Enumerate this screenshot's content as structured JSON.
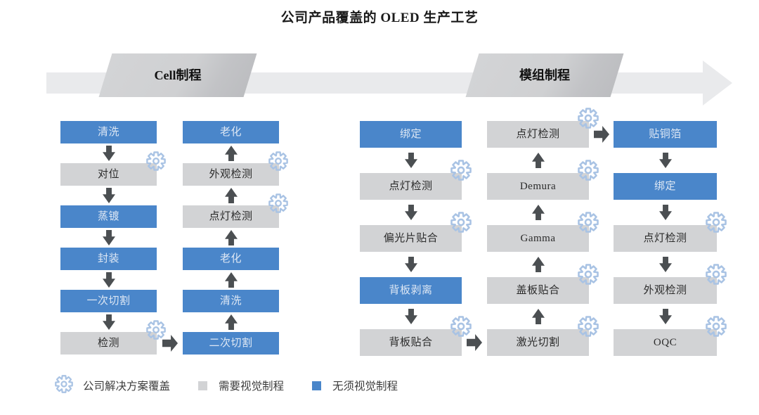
{
  "title": "公司产品覆盖的 OLED 生产工艺",
  "colors": {
    "blue": "#4a86ca",
    "gray": "#d2d3d5",
    "gear": "#a9c3e4",
    "arrow": "#4b4f52",
    "band": "#e9eaec",
    "tab": "#cfd0d2"
  },
  "banners": [
    {
      "label": "Cell制程"
    },
    {
      "label": "模组制程"
    }
  ],
  "legend": {
    "gear_label": "公司解决方案覆盖",
    "gray_label": "需要视觉制程",
    "blue_label": "无须视觉制程"
  },
  "columns": [
    {
      "id": "col-1",
      "direction": "down",
      "steps": [
        {
          "label": "清洗",
          "type": "blue",
          "gear": false
        },
        {
          "label": "对位",
          "type": "gray",
          "gear": true
        },
        {
          "label": "蒸镀",
          "type": "blue",
          "gear": false
        },
        {
          "label": "封装",
          "type": "blue",
          "gear": false
        },
        {
          "label": "一次切割",
          "type": "blue",
          "gear": false
        },
        {
          "label": "检测",
          "type": "gray",
          "gear": true
        }
      ]
    },
    {
      "id": "col-2",
      "direction": "up",
      "steps": [
        {
          "label": "老化",
          "type": "blue",
          "gear": false
        },
        {
          "label": "外观检测",
          "type": "gray",
          "gear": true
        },
        {
          "label": "点灯检测",
          "type": "gray",
          "gear": true
        },
        {
          "label": "老化",
          "type": "blue",
          "gear": false
        },
        {
          "label": "清洗",
          "type": "blue",
          "gear": false
        },
        {
          "label": "二次切割",
          "type": "blue",
          "gear": false
        }
      ]
    },
    {
      "id": "col-3",
      "direction": "down",
      "steps": [
        {
          "label": "绑定",
          "type": "blue",
          "gear": false
        },
        {
          "label": "点灯检测",
          "type": "gray",
          "gear": true
        },
        {
          "label": "偏光片贴合",
          "type": "gray",
          "gear": true
        },
        {
          "label": "背板剥离",
          "type": "blue",
          "gear": false
        },
        {
          "label": "背板贴合",
          "type": "gray",
          "gear": true
        }
      ]
    },
    {
      "id": "col-4",
      "direction": "up",
      "steps": [
        {
          "label": "点灯检测",
          "type": "gray",
          "gear": true
        },
        {
          "label": "Demura",
          "type": "gray",
          "gear": true
        },
        {
          "label": "Gamma",
          "type": "gray",
          "gear": true
        },
        {
          "label": "盖板贴合",
          "type": "gray",
          "gear": true
        },
        {
          "label": "激光切割",
          "type": "gray",
          "gear": true
        }
      ]
    },
    {
      "id": "col-5",
      "direction": "down",
      "steps": [
        {
          "label": "贴铜箔",
          "type": "blue",
          "gear": false
        },
        {
          "label": "绑定",
          "type": "blue",
          "gear": false
        },
        {
          "label": "点灯检测",
          "type": "gray",
          "gear": true
        },
        {
          "label": "外观检测",
          "type": "gray",
          "gear": true
        },
        {
          "label": "OQC",
          "type": "gray",
          "gear": true
        }
      ]
    }
  ],
  "cross_links": [
    {
      "from": "col-1",
      "to": "col-2",
      "at": "bottom"
    },
    {
      "from": "col-3",
      "to": "col-4",
      "at": "bottom"
    },
    {
      "from": "col-4",
      "to": "col-5",
      "at": "top"
    }
  ]
}
